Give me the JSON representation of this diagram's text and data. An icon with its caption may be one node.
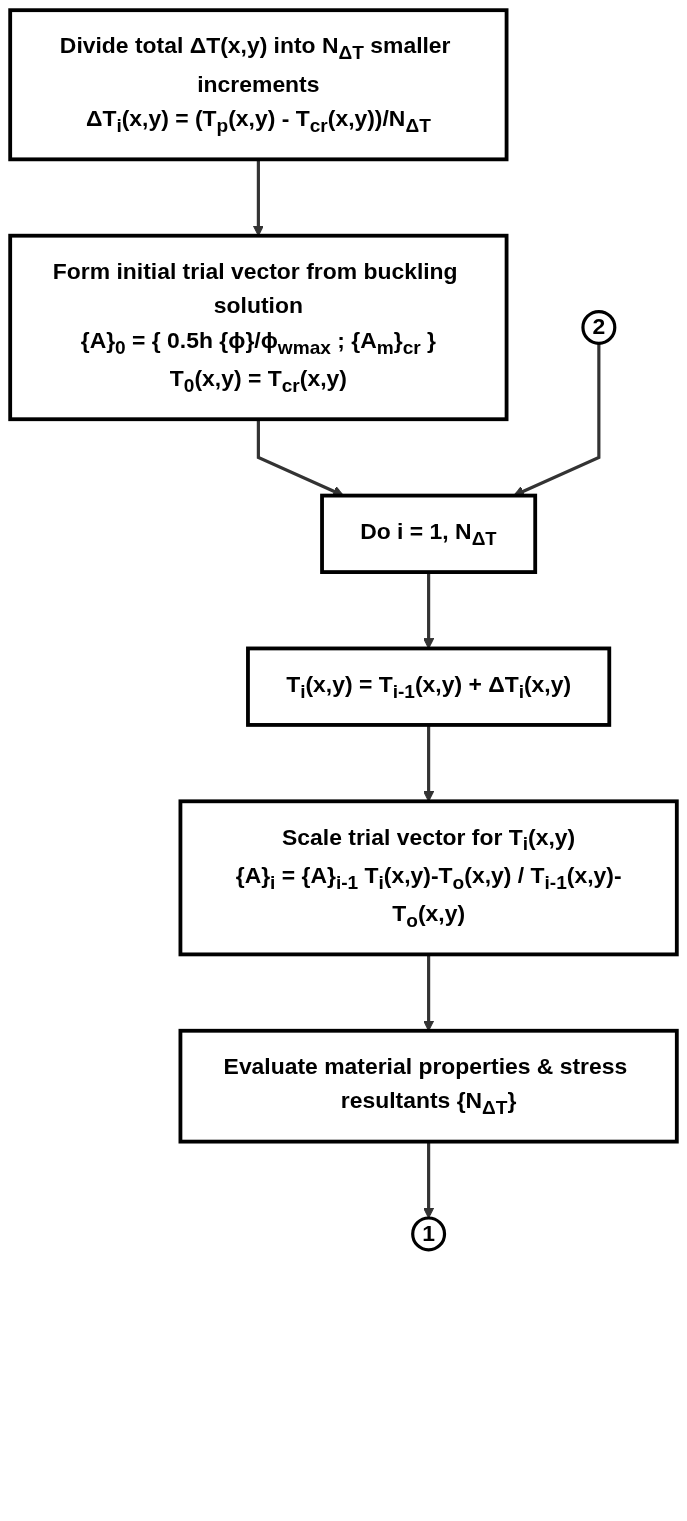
{
  "diagram": {
    "nodes": [
      {
        "text": [
          "Divide total ΔT(x,y) into N$_{ΔT}$ smaller increments",
          "ΔT$_{i}$(x,y) = (T$_{p}$(x,y) - T$_{cr}$(x,y))/N$_{ΔT}$"
        ]
      },
      {
        "text": [
          "Form initial trial vector from buckling solution",
          "{A}$_{0}$ = { 0.5h {ϕ}/ϕ$_{wmax}$ ; {A$_{m}$}$_{cr}$ }",
          "T$_{0}$(x,y) = T$_{cr}$(x,y)"
        ]
      },
      {
        "text": [
          "Do i = 1, N$_{ΔT}$"
        ]
      },
      {
        "text": [
          "T$_{i}$(x,y) = T$_{i-1}$(x,y) + ΔT$_{i}$(x,y)"
        ]
      },
      {
        "text": [
          "Scale trial vector for T$_{i}$(x,y)",
          "{A}$_{i}$ = {A}$_{i-1}$ T$_{i}$(x,y)-T$_{o}$(x,y) / T$_{i-1}$(x,y)-T$_{o}$(x,y)"
        ]
      },
      {
        "text": [
          "Evaluate material properties & stress resultants {N$_{ΔT}$}"
        ]
      },
      {
        "text": [
          "2"
        ]
      },
      {
        "text": [
          "1"
        ]
      }
    ],
    "edges": [
      {
        "from": 0,
        "to": 1,
        "arrow": "to"
      },
      {
        "from": 1,
        "to": 2,
        "arrow": "to"
      },
      {
        "from": 2,
        "to": 3,
        "arrow": "to"
      },
      {
        "from": 3,
        "to": 4,
        "arrow": "to"
      },
      {
        "from": 4,
        "to": 5,
        "arrow": "to"
      },
      {
        "from": 5,
        "to": 7,
        "arrow": "to"
      },
      {
        "from": 6,
        "to": 2,
        "arrow": "to"
      }
    ]
  }
}
